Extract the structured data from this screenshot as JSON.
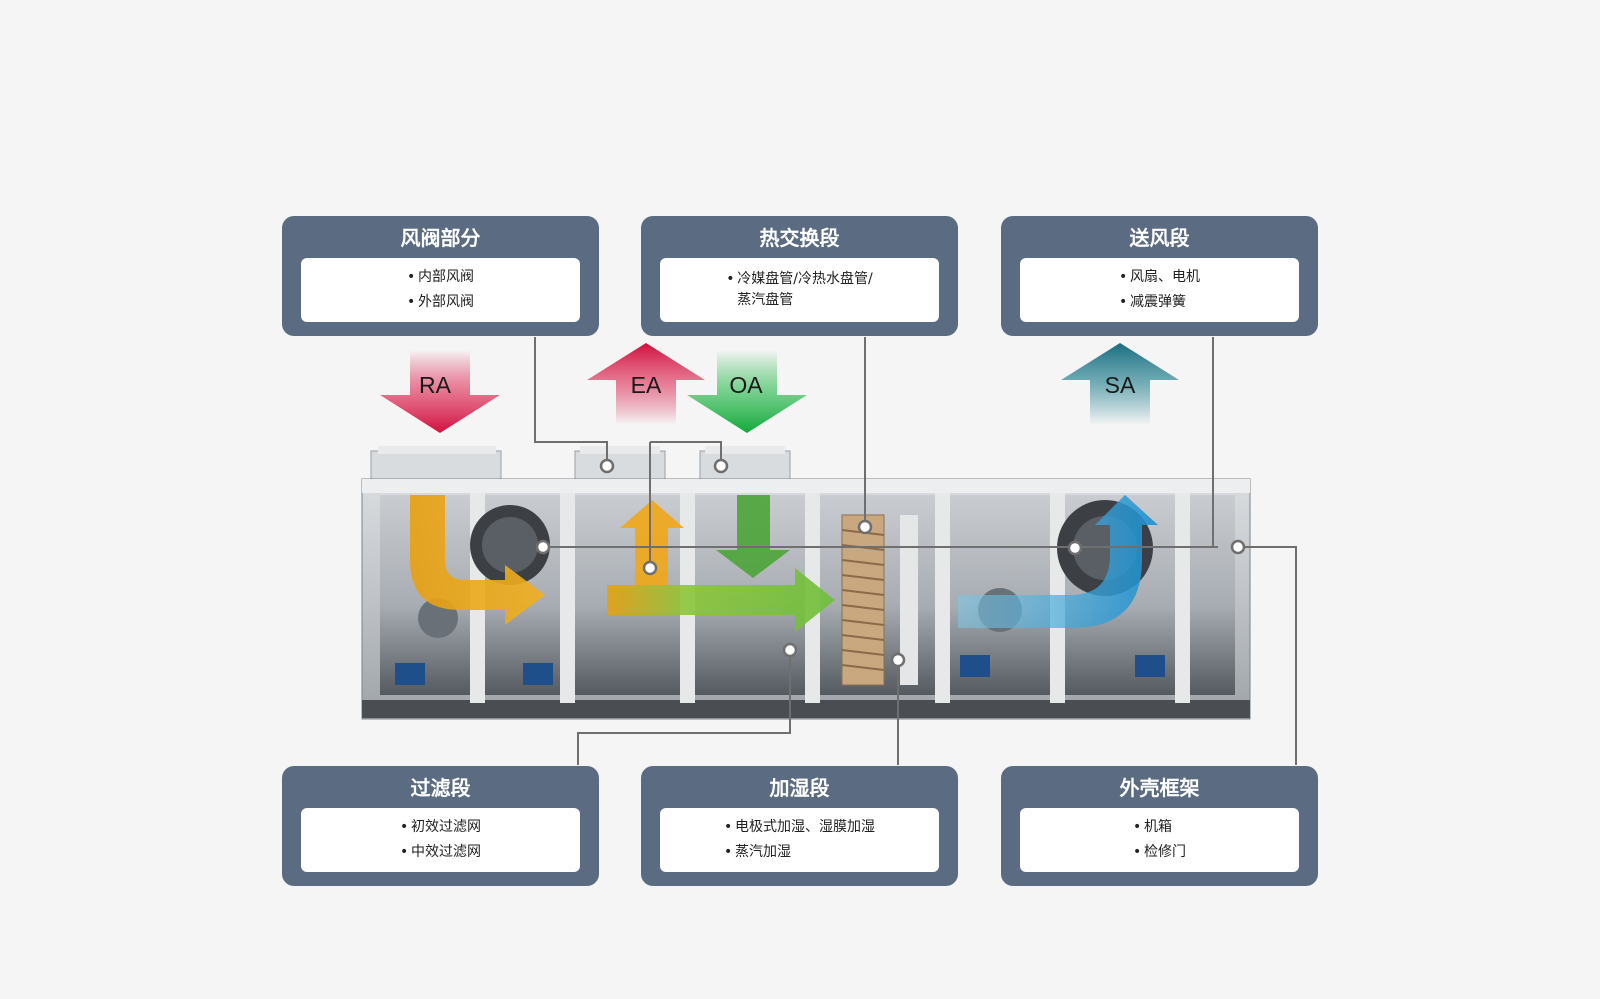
{
  "sections": {
    "damper": {
      "title": "风阀部分",
      "items": [
        "内部风阀",
        "外部风阀"
      ]
    },
    "heat_exchange": {
      "title": "热交换段",
      "items": [
        "冷媒盘管/冷热水盘管/",
        "蒸汽盘管"
      ]
    },
    "supply_fan": {
      "title": "送风段",
      "items": [
        "风扇、电机",
        "减震弹簧"
      ]
    },
    "filter": {
      "title": "过滤段",
      "items": [
        "初效过滤网",
        "中效过滤网"
      ]
    },
    "humidify": {
      "title": "加湿段",
      "items": [
        "电极式加湿、湿膜加湿",
        "蒸汽加湿"
      ]
    },
    "casing": {
      "title": "外壳框架",
      "items": [
        "机箱",
        "检修门"
      ]
    }
  },
  "airflows": {
    "ra": {
      "label": "RA",
      "direction": "down",
      "color": "#d61f4f"
    },
    "ea": {
      "label": "EA",
      "direction": "up",
      "color": "#d61f4f"
    },
    "oa": {
      "label": "OA",
      "direction": "down",
      "color": "#28b34a"
    },
    "sa": {
      "label": "SA",
      "direction": "up",
      "color": "#1f7f8f"
    }
  },
  "colors": {
    "box_fill": "#5b6b82",
    "leader_line": "#6f6f6f",
    "return_air_flow": "#e8a010",
    "outside_air_flow": "#7cc33b",
    "supply_air_flow": "#2aa0d6"
  }
}
